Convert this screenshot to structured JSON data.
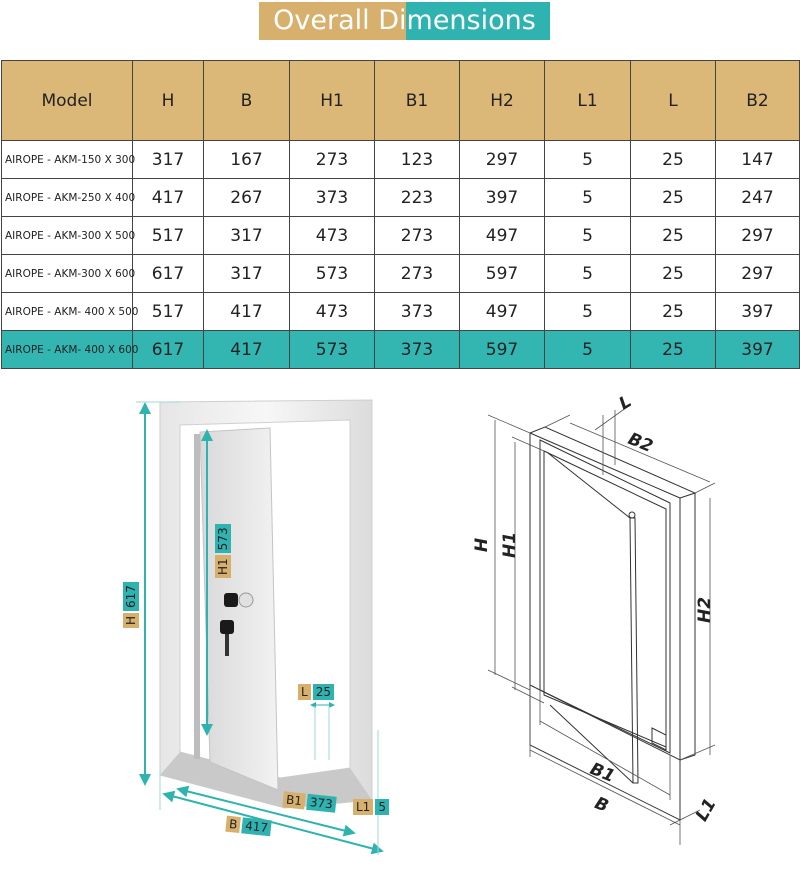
{
  "title": {
    "text": "Overall Dimensions",
    "gold_color": "#d8b06e",
    "teal_color": "#2fb3b0"
  },
  "table": {
    "headers": [
      "Model",
      "H",
      "B",
      "H1",
      "B1",
      "H2",
      "L1",
      "L",
      "B2"
    ],
    "rows": [
      {
        "model": "AIROPE - AKM-150 X 300",
        "H": "317",
        "B": "167",
        "H1": "273",
        "B1": "123",
        "H2": "297",
        "L1": "5",
        "L": "25",
        "B2": "147"
      },
      {
        "model": "AIROPE - AKM-250 X 400",
        "H": "417",
        "B": "267",
        "H1": "373",
        "B1": "223",
        "H2": "397",
        "L1": "5",
        "L": "25",
        "B2": "247"
      },
      {
        "model": "AIROPE - AKM-300 X 500",
        "H": "517",
        "B": "317",
        "H1": "473",
        "B1": "273",
        "H2": "497",
        "L1": "5",
        "L": "25",
        "B2": "297"
      },
      {
        "model": "AIROPE - AKM-300 X 600",
        "H": "617",
        "B": "317",
        "H1": "573",
        "B1": "273",
        "H2": "597",
        "L1": "5",
        "L": "25",
        "B2": "297"
      },
      {
        "model": "AIROPE - AKM- 400 X 500",
        "H": "517",
        "B": "417",
        "H1": "473",
        "B1": "373",
        "H2": "497",
        "L1": "5",
        "L": "25",
        "B2": "397"
      },
      {
        "model": "AIROPE - AKM- 400 X 600",
        "H": "617",
        "B": "417",
        "H1": "573",
        "B1": "373",
        "H2": "597",
        "L1": "5",
        "L": "25",
        "B2": "397",
        "highlighted": true
      }
    ],
    "header_bg": "#dbb878",
    "highlight_bg": "#33b6b2"
  },
  "photo_figure": {
    "labels": {
      "H": {
        "key": "H",
        "value": "617"
      },
      "H1": {
        "key": "H1",
        "value": "573"
      },
      "L": {
        "key": "L",
        "value": "25"
      },
      "B1": {
        "key": "B1",
        "value": "373"
      },
      "L1": {
        "key": "L1",
        "value": "5"
      },
      "B": {
        "key": "B",
        "value": "417"
      }
    },
    "arrow_color": "#2fb3b0"
  },
  "technical_drawing": {
    "labels": [
      "L",
      "B2",
      "H",
      "H1",
      "H2",
      "B1",
      "B",
      "L1"
    ]
  }
}
